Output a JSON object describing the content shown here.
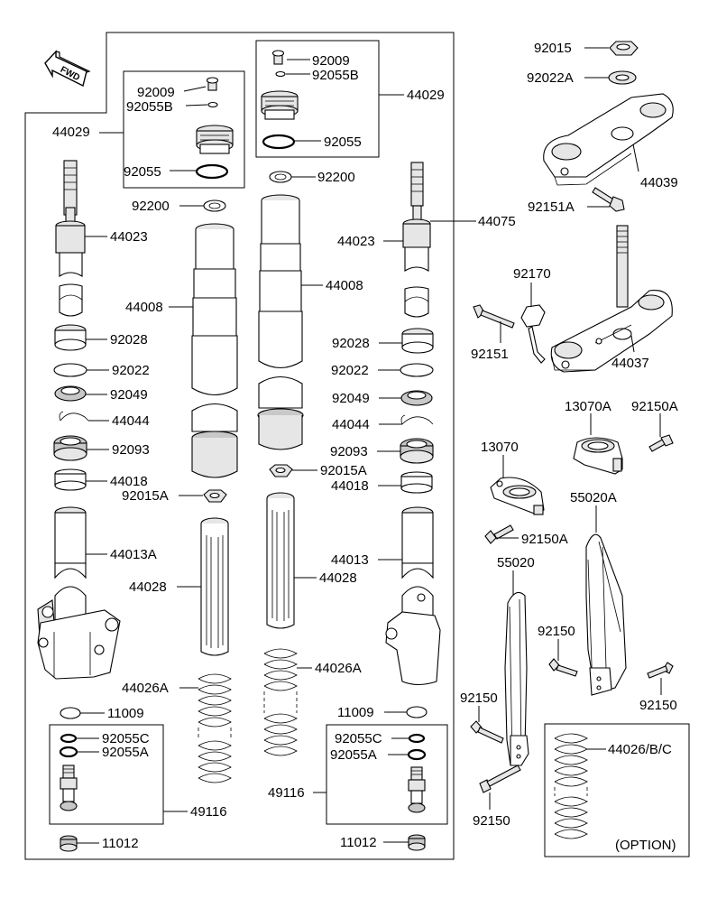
{
  "fwd_label": "FWD",
  "labels": {
    "l44029_left": "44029",
    "l92009_left": "92009",
    "l92055B_left": "92055B",
    "l92055_left": "92055",
    "l92009_top": "92009",
    "l92055B_top": "92055B",
    "l44029_top": "44029",
    "l92055_top": "92055",
    "l92200_mid": "92200",
    "l92200_left": "92200",
    "l44023_left": "44023",
    "l44023_right": "44023",
    "l44075": "44075",
    "l44008_left": "44008",
    "l44008_mid": "44008",
    "l92028_left": "92028",
    "l92028_right": "92028",
    "l92022_left": "92022",
    "l92022_right": "92022",
    "l92049_left": "92049",
    "l92049_right": "92049",
    "l44044_left": "44044",
    "l44044_right": "44044",
    "l92093_left": "92093",
    "l92093_right": "92093",
    "l44018_left": "44018",
    "l44018_right": "44018",
    "l92015A_mid": "92015A",
    "l92015A_left": "92015A",
    "l44013A": "44013A",
    "l44013": "44013",
    "l44028_left": "44028",
    "l44028_mid": "44028",
    "l44026A_left": "44026A",
    "l44026A_mid": "44026A",
    "l11009_left": "11009",
    "l11009_right": "11009",
    "l92055C_left": "92055C",
    "l92055A_left": "92055A",
    "l92055C_right": "92055C",
    "l92055A_right": "92055A",
    "l49116_left": "49116",
    "l49116_right": "49116",
    "l11012_left": "11012",
    "l11012_right": "11012",
    "l92015": "92015",
    "l92022A": "92022A",
    "l44039": "44039",
    "l92151A": "92151A",
    "l92170": "92170",
    "l92151": "92151",
    "l44037": "44037",
    "l13070A": "13070A",
    "l92150A_top": "92150A",
    "l13070": "13070",
    "l92150A_bot": "92150A",
    "l55020A": "55020A",
    "l55020": "55020",
    "l92150_a": "92150",
    "l92150_b": "92150",
    "l92150_c": "92150",
    "l92150_d": "92150",
    "l44026BC": "44026/B/C",
    "option": "(OPTION)"
  }
}
